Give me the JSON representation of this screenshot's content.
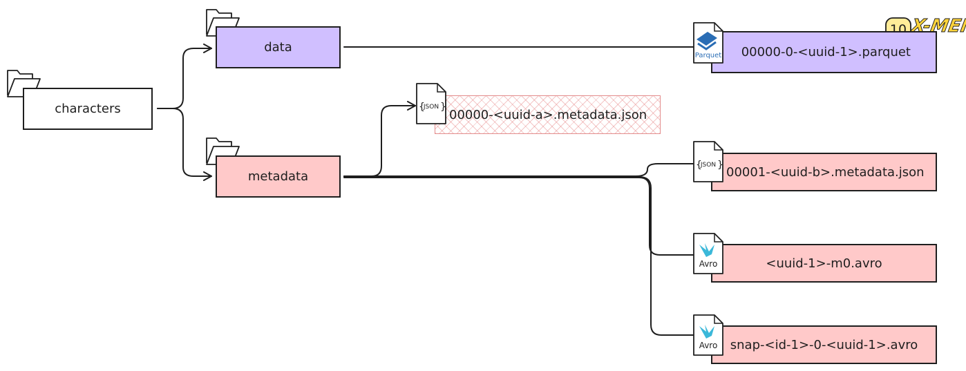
{
  "colors": {
    "stroke": "#1e1e1e",
    "purple_fill": "#d0bfff",
    "pink_fill": "#ffc9c9",
    "badge_fill": "#ffec99",
    "logo_yellow": "#ffd43b"
  },
  "badge": {
    "number": "10",
    "logo_text": "X-MEN"
  },
  "nodes": {
    "characters": {
      "label": "characters",
      "icon": "folder-icon"
    },
    "data": {
      "label": "data",
      "icon": "folder-icon"
    },
    "metadata": {
      "label": "metadata",
      "icon": "folder-icon"
    },
    "parquet_file": {
      "label": "00000-0-<uuid-1>.parquet",
      "icon": "parquet-file-icon",
      "icon_caption": "Parquet"
    },
    "metadata_json_a": {
      "label": "00000-<uuid-a>.metadata.json",
      "icon": "json-file-icon",
      "icon_caption": "JSON"
    },
    "metadata_json_b": {
      "label": "00001-<uuid-b>.metadata.json",
      "icon": "json-file-icon",
      "icon_caption": "JSON"
    },
    "manifest_avro": {
      "label": "<uuid-1>-m0.avro",
      "icon": "avro-file-icon",
      "icon_caption": "Avro"
    },
    "snapshot_avro": {
      "label": "snap-<id-1>-0-<uuid-1>.avro",
      "icon": "avro-file-icon",
      "icon_caption": "Avro"
    }
  }
}
